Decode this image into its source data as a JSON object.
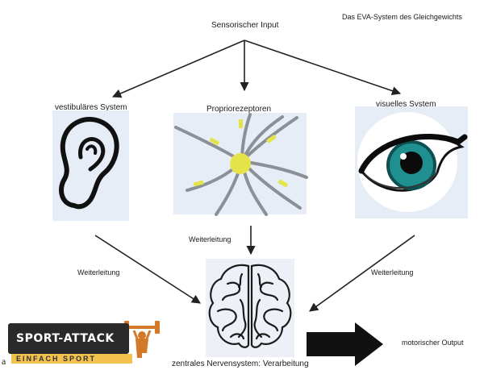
{
  "title": "Das EVA-System des Gleichgewichts",
  "nodes": {
    "input": "Sensorischer Input",
    "vestibular": "vestibuläres System",
    "proprio": "Propriorezeptoren",
    "visual": "visuelles System",
    "cns": "zentrales Nervensystem: Verarbeitung",
    "output": "motorischer Output"
  },
  "edges": {
    "left": "Weiterleitung",
    "middle": "Weiterleitung",
    "right": "Weiterleitung"
  },
  "logo": {
    "main": "SPORT-ATTACK",
    "sub": "EINFACH SPORT"
  },
  "corner_char": "a"
}
